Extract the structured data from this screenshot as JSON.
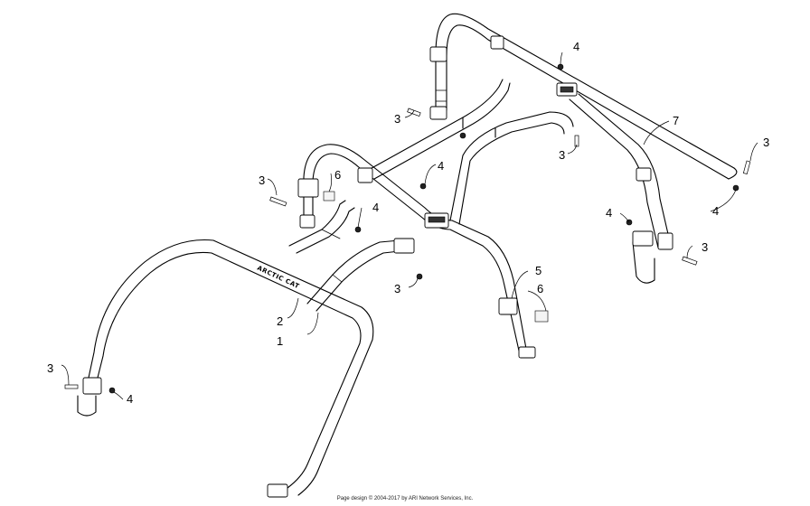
{
  "diagram": {
    "callouts": {
      "c1": "1",
      "c2": "2",
      "c3a": "3",
      "c3b": "3",
      "c3c": "3",
      "c3d": "3",
      "c3e": "3",
      "c3f": "3",
      "c4a": "4",
      "c4b": "4",
      "c4c": "4",
      "c4d": "4",
      "c4e": "4",
      "c4f": "4",
      "c5": "5",
      "c6a": "6",
      "c6b": "6",
      "c7": "7"
    },
    "brand_text": "ARCTIC CAT"
  },
  "footer": {
    "copyright": "Page design © 2004-2017 by ARI Network Services, Inc."
  }
}
